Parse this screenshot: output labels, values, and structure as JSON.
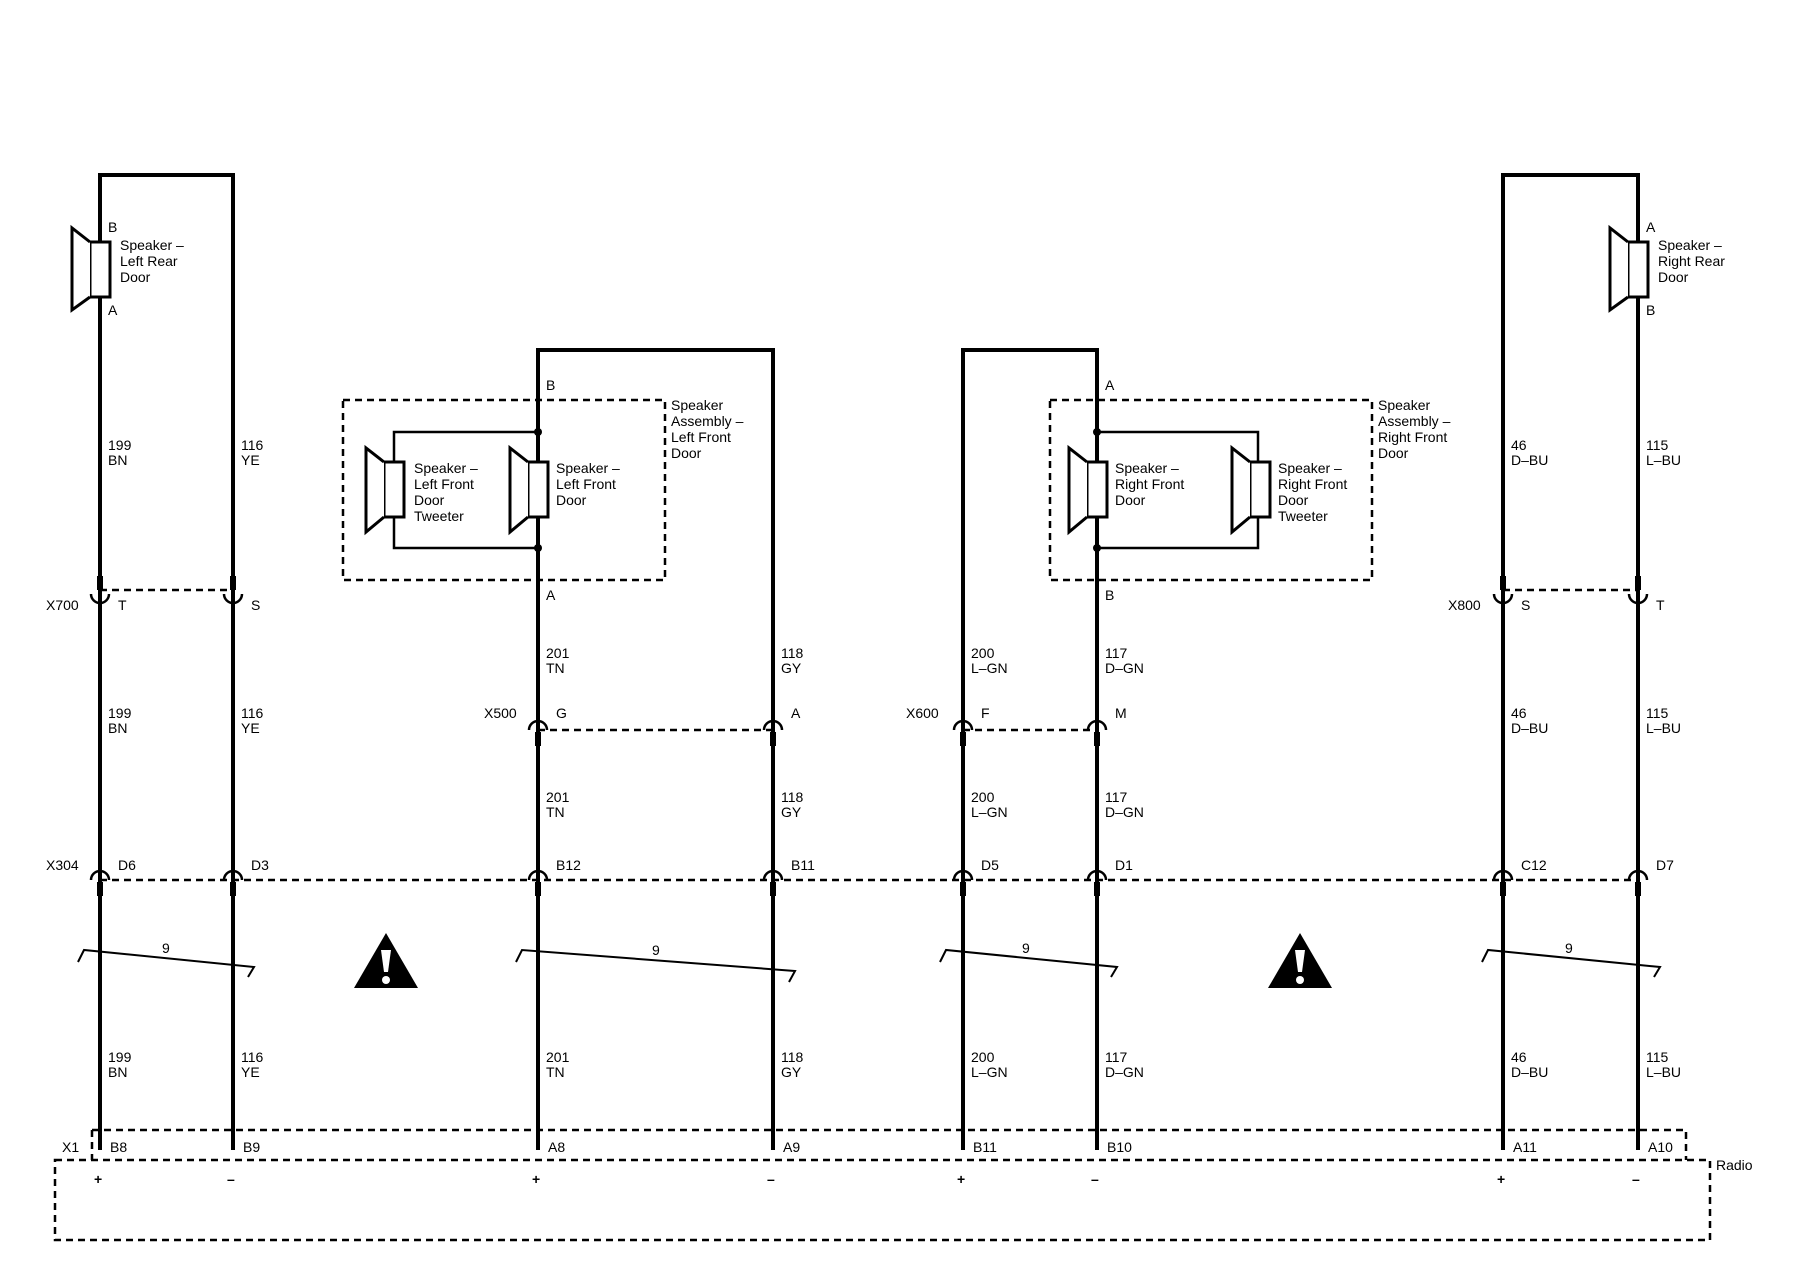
{
  "colors": {
    "ink": "#000000",
    "background": "#ffffff"
  },
  "connectors": {
    "x700": "X700",
    "x800": "X800",
    "x500": "X500",
    "x600": "X600",
    "x304": "X304",
    "x1": "X1"
  },
  "radio_label": "Radio",
  "twist_count": "9",
  "warning_icon": "caution-triangle-icon",
  "speakers": {
    "left_rear": {
      "lines": [
        "Speaker –",
        "Left Rear",
        "Door"
      ],
      "pin_top": "B",
      "pin_bottom": "A"
    },
    "right_rear": {
      "lines": [
        "Speaker –",
        "Right Rear",
        "Door"
      ],
      "pin_top": "A",
      "pin_bottom": "B"
    },
    "left_front_assembly": {
      "lines": [
        "Speaker",
        "Assembly –",
        "Left Front",
        "Door"
      ],
      "pin_top": "B",
      "pin_bottom": "A"
    },
    "left_front_tweeter": {
      "lines": [
        "Speaker –",
        "Left Front",
        "Door",
        "Tweeter"
      ]
    },
    "left_front_door": {
      "lines": [
        "Speaker –",
        "Left Front",
        "Door"
      ]
    },
    "right_front_assembly": {
      "lines": [
        "Speaker",
        "Assembly –",
        "Right Front",
        "Door"
      ],
      "pin_top": "A",
      "pin_bottom": "B"
    },
    "right_front_door": {
      "lines": [
        "Speaker –",
        "Right Front",
        "Door"
      ]
    },
    "right_front_tweeter": {
      "lines": [
        "Speaker –",
        "Right Front",
        "Door",
        "Tweeter"
      ]
    }
  },
  "circuits": [
    {
      "id": "c199",
      "circuit": "199",
      "color": "BN",
      "x700_pin": "T",
      "x304_pin": "D6",
      "x1_pin": "B8",
      "polarity": "+"
    },
    {
      "id": "c116",
      "circuit": "116",
      "color": "YE",
      "x700_pin": "S",
      "x304_pin": "D3",
      "x1_pin": "B9",
      "polarity": "–"
    },
    {
      "id": "c201",
      "circuit": "201",
      "color": "TN",
      "x500_pin": "G",
      "x304_pin": "B12",
      "x1_pin": "A8",
      "polarity": "+"
    },
    {
      "id": "c118",
      "circuit": "118",
      "color": "GY",
      "x500_pin": "A",
      "x304_pin": "B11",
      "x1_pin": "A9",
      "polarity": "–"
    },
    {
      "id": "c200",
      "circuit": "200",
      "color": "L–GN",
      "x600_pin": "F",
      "x304_pin": "D5",
      "x1_pin": "B11",
      "polarity": "+"
    },
    {
      "id": "c117",
      "circuit": "117",
      "color": "D–GN",
      "x600_pin": "M",
      "x304_pin": "D1",
      "x1_pin": "B10",
      "polarity": "–"
    },
    {
      "id": "c46",
      "circuit": "46",
      "color": "D–BU",
      "x800_pin": "S",
      "x304_pin": "C12",
      "x1_pin": "A11",
      "polarity": "+"
    },
    {
      "id": "c115",
      "circuit": "115",
      "color": "L–BU",
      "x800_pin": "T",
      "x304_pin": "D7",
      "x1_pin": "A10",
      "polarity": "–"
    }
  ]
}
